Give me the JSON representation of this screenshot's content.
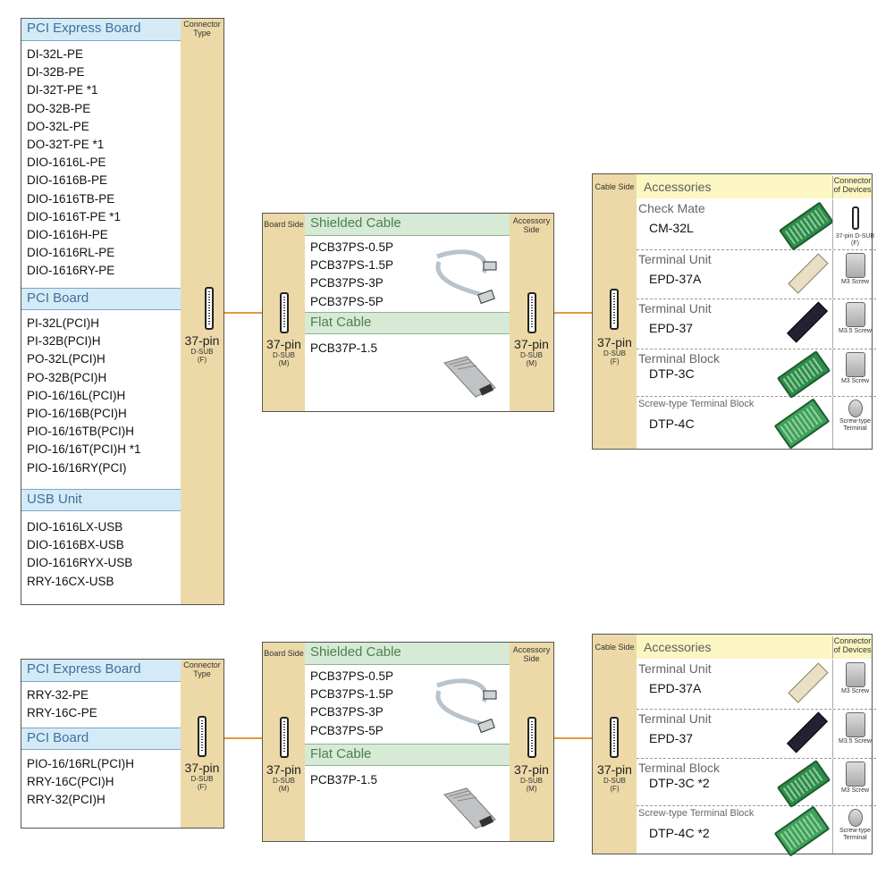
{
  "colors": {
    "blue_header": "#d4ebf7",
    "green_header": "#d6ead6",
    "yellow_header": "#fcf6c3",
    "tan": "#ecd9a7",
    "link_line": "#e09a3a"
  },
  "top": {
    "board": {
      "connector_type_label": "Connector Type",
      "sections": [
        {
          "title": "PCI Express Board",
          "items": [
            "DI-32L-PE",
            "DI-32B-PE",
            "DI-32T-PE *1",
            "DO-32B-PE",
            "DO-32L-PE",
            "DO-32T-PE *1",
            "DIO-1616L-PE",
            "DIO-1616B-PE",
            "DIO-1616TB-PE",
            "DIO-1616T-PE *1",
            "DIO-1616H-PE",
            "DIO-1616RL-PE",
            "DIO-1616RY-PE"
          ]
        },
        {
          "title": "PCI Board",
          "items": [
            "PI-32L(PCI)H",
            "PI-32B(PCI)H",
            "PO-32L(PCI)H",
            "PO-32B(PCI)H",
            "PIO-16/16L(PCI)H",
            "PIO-16/16B(PCI)H",
            "PIO-16/16TB(PCI)H",
            "PIO-16/16T(PCI)H *1",
            "PIO-16/16RY(PCI)"
          ]
        },
        {
          "title": "USB Unit",
          "items": [
            "DIO-1616LX-USB",
            "DIO-1616BX-USB",
            "DIO-1616RYX-USB",
            "RRY-16CX-USB"
          ]
        }
      ],
      "pin": {
        "main": "37-pin",
        "sub": "D-SUB",
        "gender": "(F)"
      }
    },
    "cable": {
      "board_side_label": "Board Side",
      "accessory_side_label": "Accessory Side",
      "shielded_title": "Shielded Cable",
      "shielded_items": [
        "PCB37PS-0.5P",
        "PCB37PS-1.5P",
        "PCB37PS-3P",
        "PCB37PS-5P"
      ],
      "flat_title": "Flat Cable",
      "flat_items": [
        "PCB37P-1.5"
      ],
      "left_pin": {
        "main": "37-pin",
        "sub": "D-SUB",
        "gender": "(M)"
      },
      "right_pin": {
        "main": "37-pin",
        "sub": "D-SUB",
        "gender": "(M)"
      }
    },
    "accessories": {
      "cable_side_label": "Cable Side",
      "title": "Accessories",
      "device_label": "Connector of Devices",
      "pin": {
        "main": "37-pin",
        "sub": "D-SUB",
        "gender": "(F)"
      },
      "rows": [
        {
          "category": "Check Mate",
          "model": "CM-32L",
          "device": "37-pin D-SUB (F)"
        },
        {
          "category": "Terminal Unit",
          "model": "EPD-37A",
          "device": "M3 Screw"
        },
        {
          "category": "Terminal Unit",
          "model": "EPD-37",
          "device": "M3.5 Screw"
        },
        {
          "category": "Terminal Block",
          "model": "DTP-3C",
          "device": "M3 Screw"
        },
        {
          "category": "Screw-type Terminal Block",
          "model": "DTP-4C",
          "device": "Screw-type Terminal"
        }
      ]
    }
  },
  "bottom": {
    "board": {
      "connector_type_label": "Connector Type",
      "sections": [
        {
          "title": "PCI Express Board",
          "items": [
            "RRY-32-PE",
            "RRY-16C-PE"
          ]
        },
        {
          "title": "PCI Board",
          "items": [
            "PIO-16/16RL(PCI)H",
            "RRY-16C(PCI)H",
            "RRY-32(PCI)H"
          ]
        }
      ],
      "pin": {
        "main": "37-pin",
        "sub": "D-SUB",
        "gender": "(F)"
      }
    },
    "cable": {
      "board_side_label": "Board Side",
      "accessory_side_label": "Accessory Side",
      "shielded_title": "Shielded Cable",
      "shielded_items": [
        "PCB37PS-0.5P",
        "PCB37PS-1.5P",
        "PCB37PS-3P",
        "PCB37PS-5P"
      ],
      "flat_title": "Flat Cable",
      "flat_items": [
        "PCB37P-1.5"
      ],
      "left_pin": {
        "main": "37-pin",
        "sub": "D-SUB",
        "gender": "(M)"
      },
      "right_pin": {
        "main": "37-pin",
        "sub": "D-SUB",
        "gender": "(M)"
      }
    },
    "accessories": {
      "cable_side_label": "Cable Side",
      "title": "Accessories",
      "device_label": "Connector of Devices",
      "pin": {
        "main": "37-pin",
        "sub": "D-SUB",
        "gender": "(F)"
      },
      "rows": [
        {
          "category": "Terminal Unit",
          "model": "EPD-37A",
          "device": "M3 Screw"
        },
        {
          "category": "Terminal Unit",
          "model": "EPD-37",
          "device": "M3.5 Screw"
        },
        {
          "category": "Terminal Block",
          "model": "DTP-3C *2",
          "device": "M3 Screw"
        },
        {
          "category": "Screw-type Terminal Block",
          "model": "DTP-4C *2",
          "device": "Screw-type Terminal"
        }
      ]
    }
  }
}
